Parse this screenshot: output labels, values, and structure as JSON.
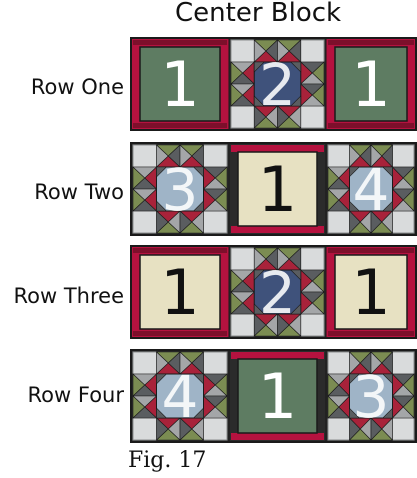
{
  "title": "Center Block",
  "caption": "Fig. 17",
  "colors": {
    "crimson": "#b5123f",
    "dark_green": "#5e7c62",
    "cream": "#e7e1c2",
    "light_blue": "#9fb4c7",
    "navy": "#3f527b",
    "gray_light": "#d9dbdc",
    "gray_mid": "#a4a6a8",
    "gray_dark": "#5a5d60",
    "olive": "#7b8c52",
    "red_tri": "#a8223a",
    "outline": "#1a1a1a"
  },
  "rows": [
    {
      "label": "Row One",
      "frame": "crimson",
      "blocks": [
        {
          "type": "plain",
          "fill": "dark_green",
          "number": "1"
        },
        {
          "type": "star",
          "center": "navy",
          "number": "2"
        },
        {
          "type": "plain",
          "fill": "dark_green",
          "number": "1"
        }
      ]
    },
    {
      "label": "Row Two",
      "frame": "dark",
      "blocks": [
        {
          "type": "star",
          "center": "light_blue",
          "number": "3"
        },
        {
          "type": "plain",
          "fill": "cream",
          "number": "1"
        },
        {
          "type": "star",
          "center": "light_blue",
          "number": "4"
        }
      ]
    },
    {
      "label": "Row Three",
      "frame": "crimson",
      "blocks": [
        {
          "type": "plain",
          "fill": "cream",
          "number": "1"
        },
        {
          "type": "star",
          "center": "navy",
          "number": "2"
        },
        {
          "type": "plain",
          "fill": "cream",
          "number": "1"
        }
      ]
    },
    {
      "label": "Row Four",
      "frame": "dark",
      "blocks": [
        {
          "type": "star",
          "center": "light_blue",
          "number": "4"
        },
        {
          "type": "plain",
          "fill": "dark_green",
          "number": "1"
        },
        {
          "type": "star",
          "center": "light_blue",
          "number": "3"
        }
      ]
    }
  ]
}
